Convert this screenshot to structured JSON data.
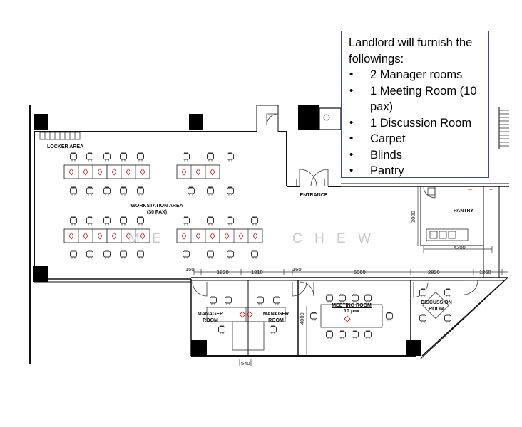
{
  "note": {
    "title": "Landlord will furnish the followings:",
    "items": [
      "2 Manager rooms",
      "1 Meeting Room (10 pax)",
      "1 Discussion Room",
      "Carpet",
      "Blinds",
      "Pantry"
    ]
  },
  "labels": {
    "locker": "LOCKER AREA",
    "workstation_1": "WORKSTATION AREA",
    "workstation_2": "(30 PAX)",
    "entrance": "ENTRANCE",
    "pantry": "PANTRY",
    "manager_a_1": "MANAGER",
    "manager_a_2": "ROOM",
    "manager_b_1": "MANAGER",
    "manager_b_2": "ROOM",
    "meeting_1": "MEETING ROOM",
    "meeting_2": "10 pax",
    "discussion_1": "DISCUSSION",
    "discussion_2": "ROOM"
  },
  "dimensions": {
    "d150": "150",
    "d1820": "1820",
    "d1810": "1810",
    "d160": "160",
    "d5060": "5060",
    "d2820": "2820",
    "d1260": "1260",
    "d3000": "3000",
    "d4200": "4200",
    "d4000": "4000",
    "d540": "540"
  },
  "watermark": "C H E W",
  "watermark_left": "M E"
}
